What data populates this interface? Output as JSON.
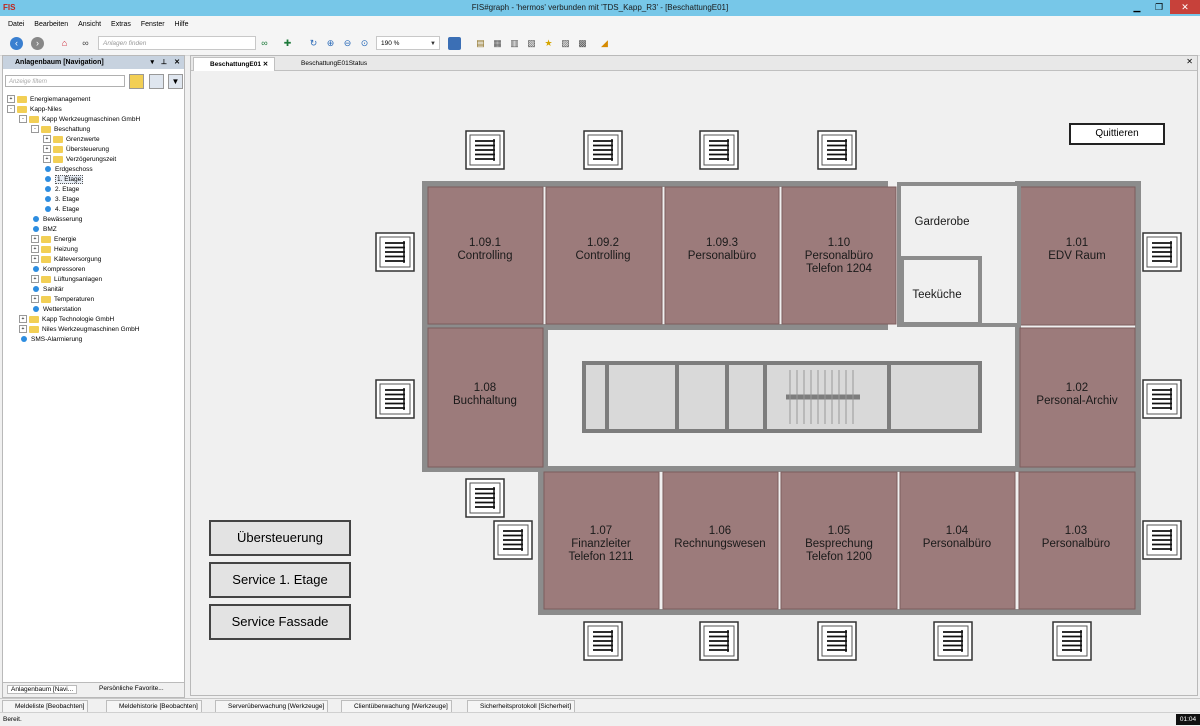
{
  "window": {
    "title": "FIS#graph - 'hermos' verbunden mit 'TDS_Kapp_R3' - [BeschattungE01]",
    "logo": "FIS"
  },
  "menu": [
    "Datei",
    "Bearbeiten",
    "Ansicht",
    "Extras",
    "Fenster",
    "Hilfe"
  ],
  "toolbar": {
    "search_placeholder": "Anlagen finden",
    "zoom": "190 %"
  },
  "nav": {
    "title": "Anlagenbaum [Navigation]",
    "filter_placeholder": "Anzeige filtern",
    "items": [
      {
        "label": "Energiemanagement",
        "level": 0,
        "kind": "folder",
        "exp": "+"
      },
      {
        "label": "Kapp-Niles",
        "level": 0,
        "kind": "folder",
        "exp": "-"
      },
      {
        "label": "Kapp Werkzeugmaschinen GmbH",
        "level": 1,
        "kind": "folder",
        "exp": "-"
      },
      {
        "label": "Beschattung",
        "level": 2,
        "kind": "folder",
        "exp": "-"
      },
      {
        "label": "Grenzwerte",
        "level": 3,
        "kind": "folder",
        "exp": "+"
      },
      {
        "label": "Übersteuerung",
        "level": 3,
        "kind": "folder",
        "exp": "+"
      },
      {
        "label": "Verzögerungszeit",
        "level": 3,
        "kind": "folder",
        "exp": "+"
      },
      {
        "label": "Erdgeschoss",
        "level": 3,
        "kind": "leaf"
      },
      {
        "label": "1. Etage",
        "level": 3,
        "kind": "leaf",
        "selected": true
      },
      {
        "label": "2. Etage",
        "level": 3,
        "kind": "leaf"
      },
      {
        "label": "3. Etage",
        "level": 3,
        "kind": "leaf"
      },
      {
        "label": "4. Etage",
        "level": 3,
        "kind": "leaf"
      },
      {
        "label": "Bewässerung",
        "level": 2,
        "kind": "leaf"
      },
      {
        "label": "BMZ",
        "level": 2,
        "kind": "leaf"
      },
      {
        "label": "Energie",
        "level": 2,
        "kind": "folder",
        "exp": "+"
      },
      {
        "label": "Heizung",
        "level": 2,
        "kind": "folder",
        "exp": "+"
      },
      {
        "label": "Kälteversorgung",
        "level": 2,
        "kind": "folder",
        "exp": "+"
      },
      {
        "label": "Kompressoren",
        "level": 2,
        "kind": "leaf"
      },
      {
        "label": "Lüftungsanlagen",
        "level": 2,
        "kind": "folder",
        "exp": "+"
      },
      {
        "label": "Sanitär",
        "level": 2,
        "kind": "leaf"
      },
      {
        "label": "Temperaturen",
        "level": 2,
        "kind": "folder",
        "exp": "+"
      },
      {
        "label": "Wetterstation",
        "level": 2,
        "kind": "leaf"
      },
      {
        "label": "Kapp Technologie GmbH",
        "level": 1,
        "kind": "folder",
        "exp": "+"
      },
      {
        "label": "Niles Werkzeugmaschinen GmbH",
        "level": 1,
        "kind": "folder",
        "exp": "+"
      },
      {
        "label": "SMS-Alarmierung",
        "level": 1,
        "kind": "leaf"
      }
    ],
    "bottom_tabs": [
      "Anlagenbaum [Navi...",
      "Persönliche Favorite..."
    ]
  },
  "doc_tabs": [
    "BeschattungE01",
    "BeschattungE01Status"
  ],
  "plan": {
    "quit_label": "Quittieren",
    "buttons": [
      "Übersteuerung",
      "Service 1. Etage",
      "Service Fassade"
    ],
    "rooms": [
      {
        "id": "1.09.1",
        "lines": [
          "1.09.1",
          "Controlling"
        ]
      },
      {
        "id": "1.09.2",
        "lines": [
          "1.09.2",
          "Controlling"
        ]
      },
      {
        "id": "1.09.3",
        "lines": [
          "1.09.3",
          "Personalbüro"
        ]
      },
      {
        "id": "1.10",
        "lines": [
          "1.10",
          "Personalbüro",
          "Telefon 1204"
        ]
      },
      {
        "id": "1.01",
        "lines": [
          "1.01",
          "EDV Raum"
        ]
      },
      {
        "id": "1.08",
        "lines": [
          "1.08",
          "Buchhaltung"
        ]
      },
      {
        "id": "1.02",
        "lines": [
          "1.02",
          "Personal-Archiv"
        ]
      },
      {
        "id": "1.07",
        "lines": [
          "1.07",
          "Finanzleiter",
          "Telefon 1211"
        ]
      },
      {
        "id": "1.06",
        "lines": [
          "1.06",
          "Rechnungswesen"
        ]
      },
      {
        "id": "1.05",
        "lines": [
          "1.05",
          "Besprechung",
          "Telefon 1200"
        ]
      },
      {
        "id": "1.04",
        "lines": [
          "1.04",
          "Personalbüro"
        ]
      },
      {
        "id": "1.03",
        "lines": [
          "1.03",
          "Personalbüro"
        ]
      }
    ],
    "garderobe": "Garderobe",
    "teekueche": "Teeküche",
    "blind_count": 16
  },
  "bottom_tabs": [
    "Meldeliste [Beobachten]",
    "Meldehistorie [Beobachten]",
    "Serverüberwachung [Werkzeuge]",
    "Clientüberwachung [Werkzeuge]",
    "Sicherheitsprotokoll [Sicherheit]"
  ],
  "status": {
    "text": "Bereit.",
    "clock": "01:04"
  }
}
